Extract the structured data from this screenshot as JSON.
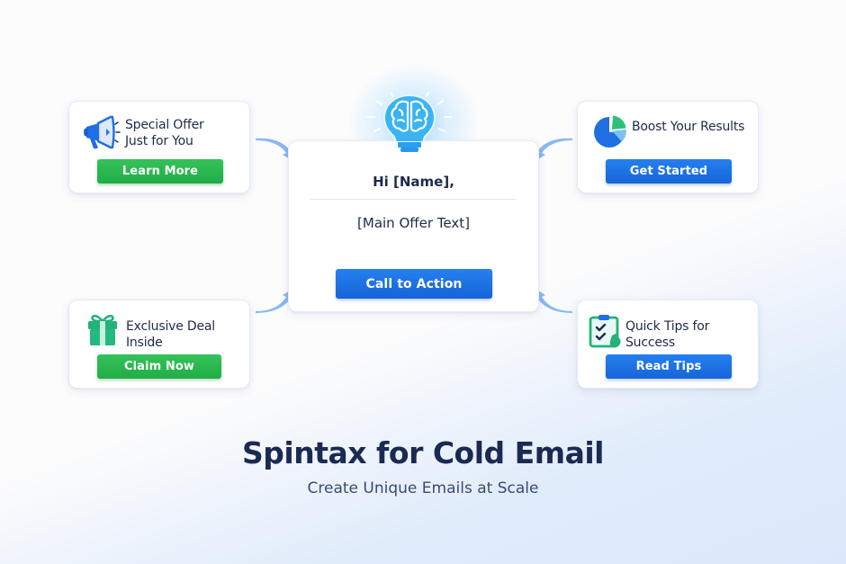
{
  "diagram": {
    "title": "Spintax for Cold Email",
    "subtitle": "Create Unique Emails at Scale"
  },
  "center_card": {
    "icon": "lightbulb-brain-icon",
    "greeting": "Hi [Name],",
    "offer_text": "[Main Offer Text]",
    "cta_label": "Call to Action"
  },
  "variant_cards": [
    {
      "position": "top-left",
      "icon": "megaphone-icon",
      "title_line1": "Special Offer",
      "title_line2": "Just for You",
      "button_label": "Learn More",
      "button_color": "#2ab34e"
    },
    {
      "position": "top-right",
      "icon": "pie-chart-icon",
      "title_line1": "Boost Your Results",
      "button_label": "Get Started",
      "button_color": "#1f6fe3"
    },
    {
      "position": "bottom-left",
      "icon": "gift-icon",
      "title_line1": "Exclusive Deal Inside",
      "button_label": "Claim Now",
      "button_color": "#2ab34e"
    },
    {
      "position": "bottom-right",
      "icon": "checklist-clipboard-icon",
      "title_line1": "Quick Tips for Success",
      "button_label": "Read Tips",
      "button_color": "#1f6fe3"
    }
  ],
  "colors": {
    "green": "#2ab34e",
    "blue": "#1f6fe3",
    "arrow": "#8ab8f2",
    "text_dark": "#1e2a4a"
  }
}
